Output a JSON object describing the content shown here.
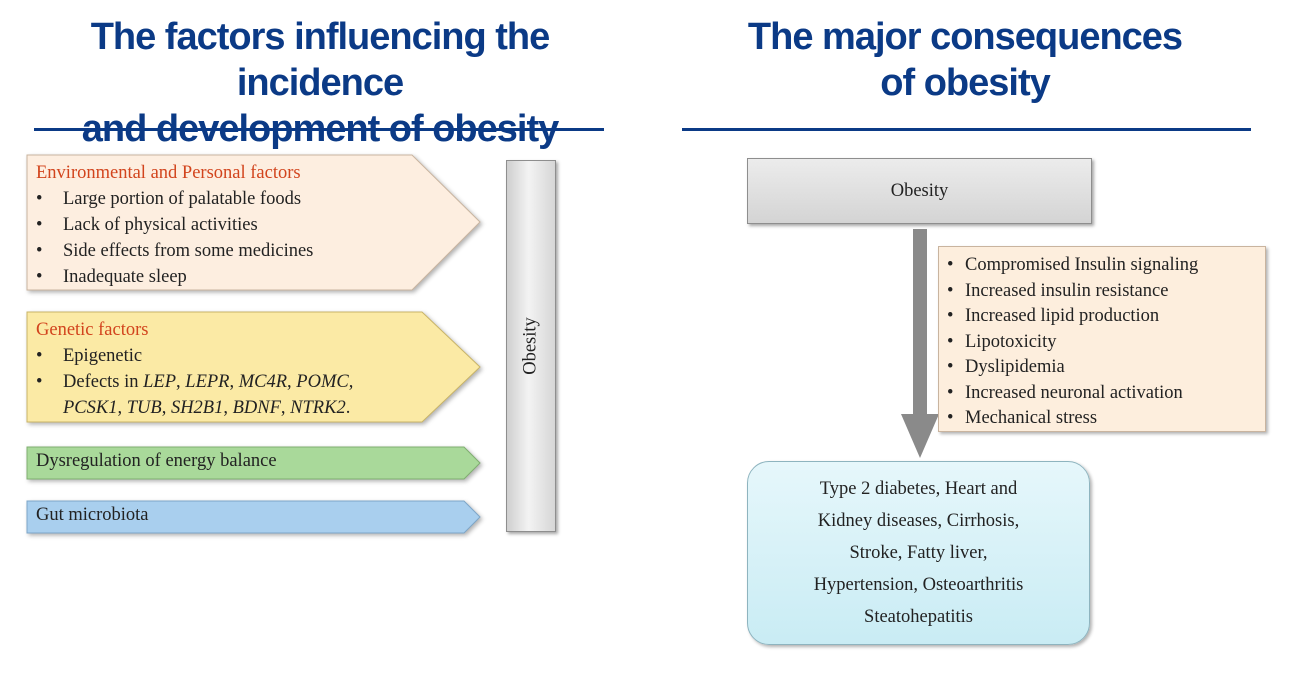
{
  "left_heading": [
    "The factors influencing the incidence",
    "and development of obesity"
  ],
  "right_heading": [
    "The major consequences",
    "of obesity"
  ],
  "colors": {
    "heading": "#0b3a86",
    "factor_title": "#d2441d",
    "environmental_fill": "#fdeee0",
    "genetic_fill": "#fbeaa5",
    "energy_fill": "#a9d99a",
    "microbiota_fill": "#a9cfee",
    "mechanism_fill": "#fdeedd",
    "outcome_fill": "#d6f1f7"
  },
  "factors": {
    "environmental": {
      "title": "Environmental and Personal factors",
      "items": [
        "Large portion of palatable foods",
        "Lack of physical activities",
        "Side effects from some medicines",
        "Inadequate sleep"
      ]
    },
    "genetic": {
      "title": "Genetic factors",
      "item_1": "Epigenetic",
      "defects_prefix": "Defects in ",
      "genes": [
        "LEP",
        "LEPR",
        "MC4R",
        "POMC",
        "PCSK1",
        "TUB",
        "SH2B1",
        "BDNF",
        "NTRK2"
      ],
      "sep": ", ",
      "end": "."
    },
    "energy": "Dysregulation of energy balance",
    "microbiota": "Gut microbiota"
  },
  "obesity_bar_label": "Obesity",
  "consequences": {
    "obesity_box": "Obesity",
    "mechanisms": [
      "Compromised Insulin signaling",
      "Increased insulin resistance",
      "Increased lipid production",
      "Lipotoxicity",
      "Dyslipidemia",
      "Increased neuronal activation",
      "Mechanical stress"
    ],
    "outcome_lines": [
      "Type 2 diabetes, Heart and",
      "Kidney diseases, Cirrhosis,",
      "Stroke, Fatty liver,",
      "Hypertension, Osteoarthritis",
      "Steatohepatitis"
    ]
  }
}
